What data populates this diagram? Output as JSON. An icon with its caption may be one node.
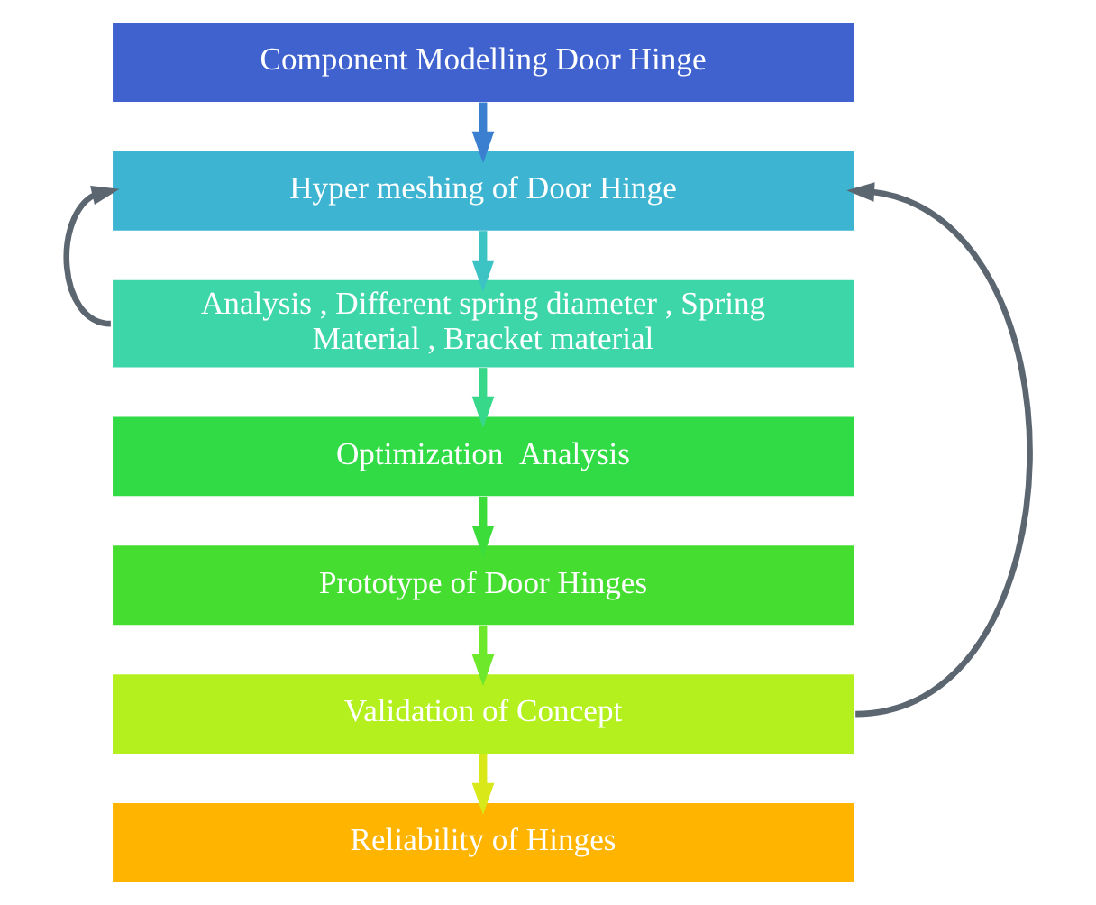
{
  "diagram": {
    "nodes": [
      {
        "text": [
          "Component Modelling Door Hinge"
        ]
      },
      {
        "text": [
          "Hyper meshing of Door Hinge"
        ]
      },
      {
        "text": [
          "Analysis , Different spring diameter , Spring Material , Bracket material"
        ]
      },
      {
        "text": [
          "Optimization  Analysis"
        ]
      },
      {
        "text": [
          "Prototype of Door Hinges"
        ]
      },
      {
        "text": [
          "Validation of Concept"
        ]
      },
      {
        "text": [
          "Reliability of Hinges"
        ]
      }
    ],
    "edges": [
      {
        "from": 0,
        "to": 1,
        "arrow": "to",
        "color": "#3a7fd0"
      },
      {
        "from": 1,
        "to": 2,
        "arrow": "to",
        "color": "#3cc4c4"
      },
      {
        "from": 2,
        "to": 3,
        "arrow": "to",
        "color": "#38d88a"
      },
      {
        "from": 3,
        "to": 4,
        "arrow": "to",
        "color": "#3cdc3a"
      },
      {
        "from": 4,
        "to": 5,
        "arrow": "to",
        "color": "#6ee82a"
      },
      {
        "from": 5,
        "to": 6,
        "arrow": "to",
        "color": "#d8e818"
      },
      {
        "from": 2,
        "to": 1,
        "arrow": "to",
        "color": "#5b6670"
      },
      {
        "from": 5,
        "to": 1,
        "arrow": "to",
        "color": "#5b6670"
      }
    ]
  }
}
